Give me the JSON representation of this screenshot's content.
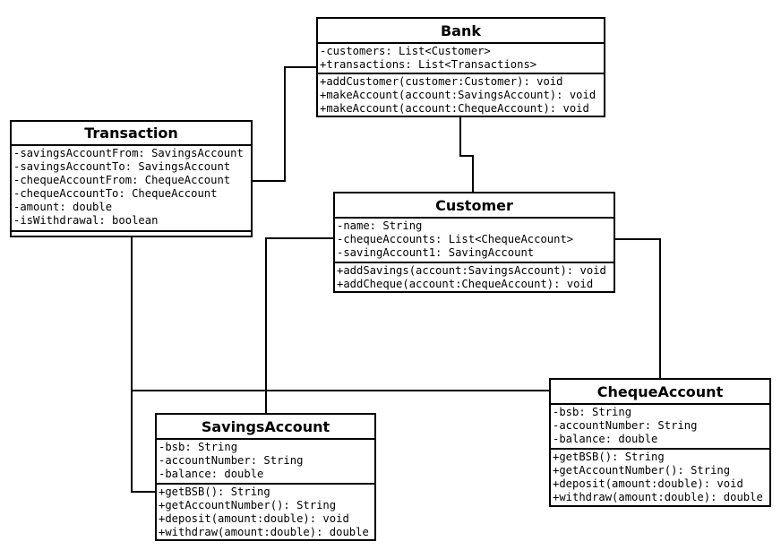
{
  "classes": {
    "bank": {
      "name": "Bank",
      "attributes": [
        "-customers: List<Customer>",
        "+transactions: List<Transactions>"
      ],
      "methods": [
        "+addCustomer(customer:Customer): void",
        "+makeAccount(account:SavingsAccount): void",
        "+makeAccount(account:ChequeAccount): void"
      ]
    },
    "transaction": {
      "name": "Transaction",
      "attributes": [
        "-savingsAccountFrom: SavingsAccount",
        "-savingsAccountTo: SavingsAccount",
        "-chequeAccountFrom: ChequeAccount",
        "-chequeAccountTo: ChequeAccount",
        "-amount: double",
        "-isWithdrawal: boolean"
      ],
      "methods": []
    },
    "customer": {
      "name": "Customer",
      "attributes": [
        "-name: String",
        "-chequeAccounts: List<ChequeAccount>",
        "-savingAccount1: SavingAccount"
      ],
      "methods": [
        "+addSavings(account:SavingsAccount): void",
        "+addCheque(account:ChequeAccount): void"
      ]
    },
    "savingsAccount": {
      "name": "SavingsAccount",
      "attributes": [
        "-bsb: String",
        "-accountNumber: String",
        "-balance: double"
      ],
      "methods": [
        "+getBSB(): String",
        "+getAccountNumber(): String",
        "+deposit(amount:double): void",
        "+withdraw(amount:double): double"
      ]
    },
    "chequeAccount": {
      "name": "ChequeAccount",
      "attributes": [
        "-bsb: String",
        "-accountNumber: String",
        "-balance: double"
      ],
      "methods": [
        "+getBSB(): String",
        "+getAccountNumber(): String",
        "+deposit(amount:double): void",
        "+withdraw(amount:double): double"
      ]
    }
  },
  "associations": [
    {
      "from": "transaction",
      "to": "bank"
    },
    {
      "from": "bank",
      "to": "customer"
    },
    {
      "from": "customer",
      "to": "savingsAccount"
    },
    {
      "from": "customer",
      "to": "chequeAccount"
    },
    {
      "from": "transaction",
      "to": "savingsAccount"
    },
    {
      "from": "transaction",
      "to": "chequeAccount"
    }
  ],
  "colors": {
    "line": "#000000",
    "box_fill": "#ffffff",
    "text": "#000000"
  }
}
